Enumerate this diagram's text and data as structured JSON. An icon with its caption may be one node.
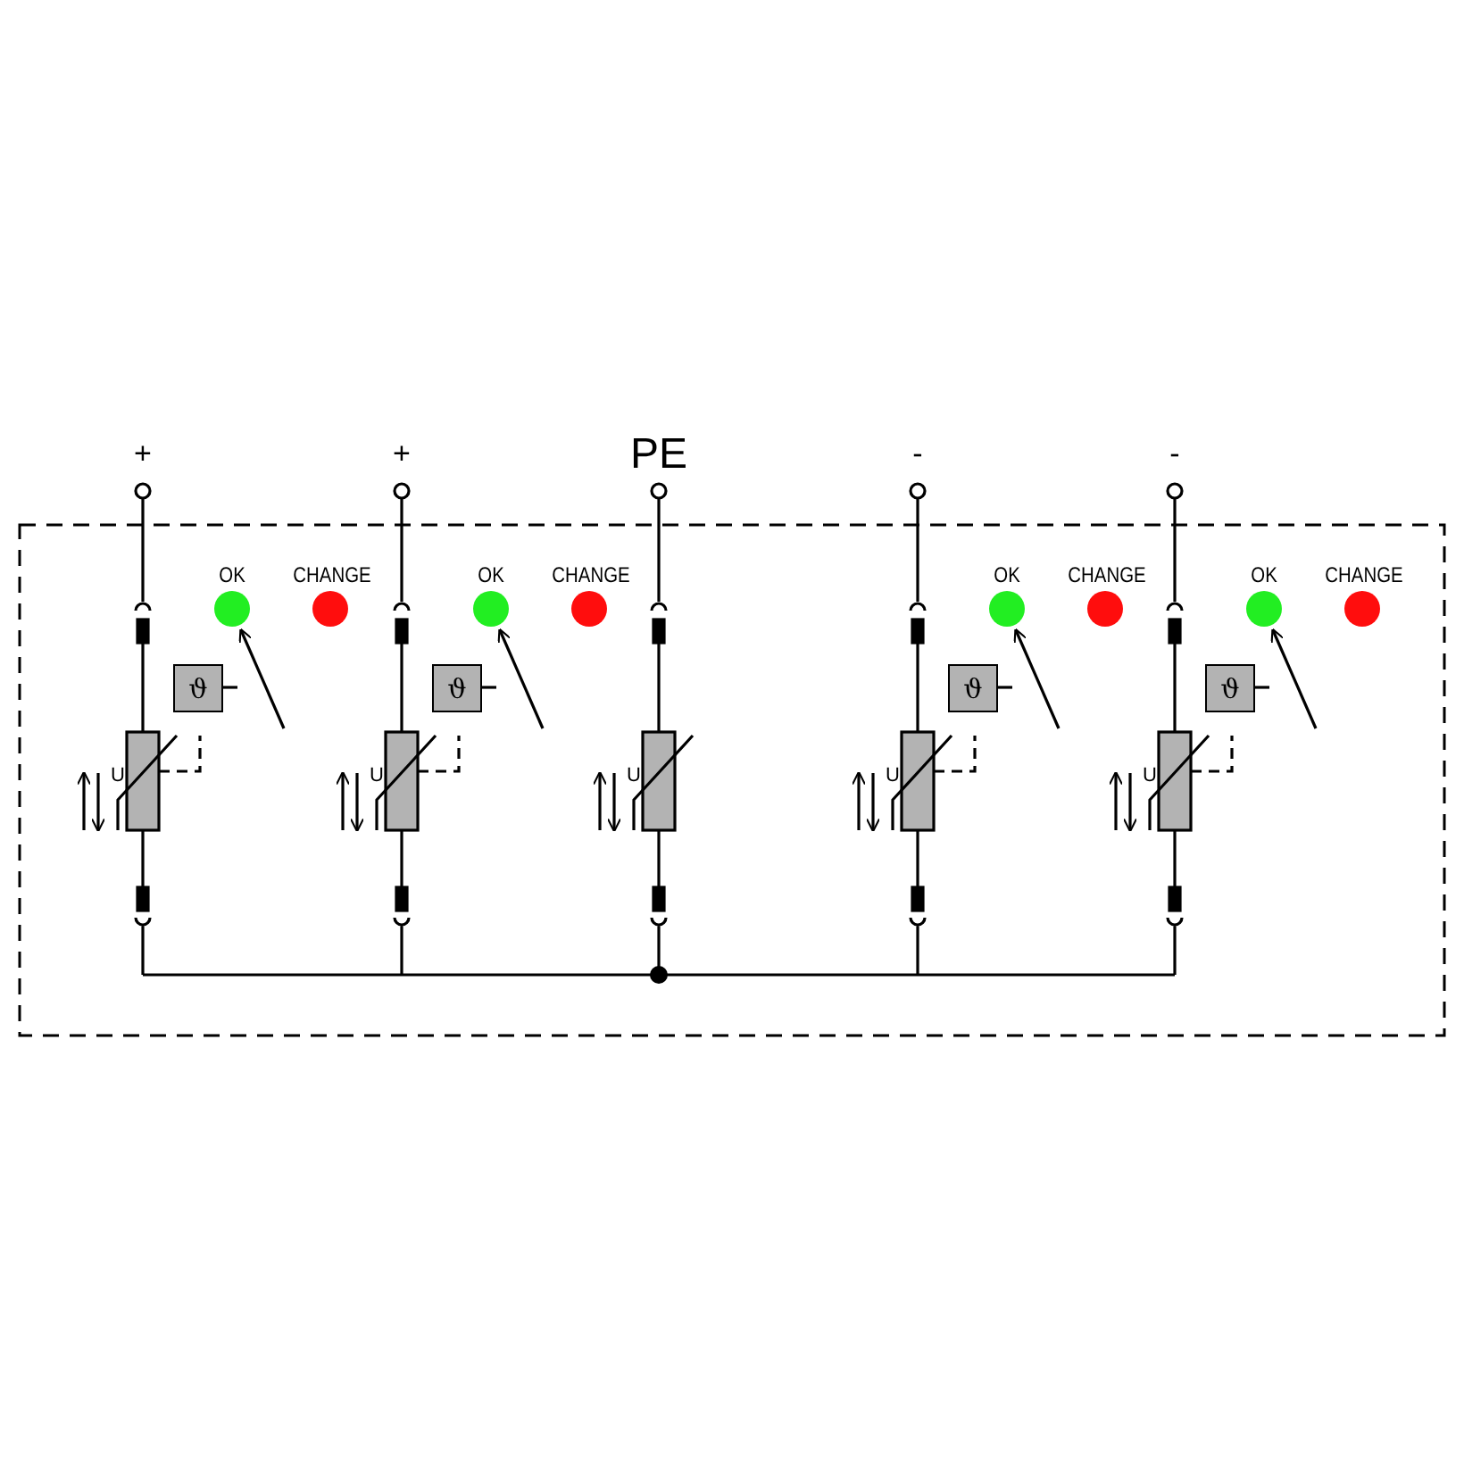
{
  "diagram": {
    "nodes": [
      {
        "text": [
          "ϑ"
        ]
      },
      {
        "text": [
          "ϑ"
        ]
      },
      {
        "text": [
          "ϑ"
        ]
      },
      {
        "text": [
          "ϑ"
        ]
      }
    ],
    "labels": [
      "+",
      "+",
      "PE",
      "-",
      "-",
      "OK",
      "CHANGE",
      "OK",
      "CHANGE",
      "OK",
      "CHANGE",
      "OK",
      "CHANGE",
      "U",
      "U",
      "U",
      "U",
      "U"
    ]
  }
}
